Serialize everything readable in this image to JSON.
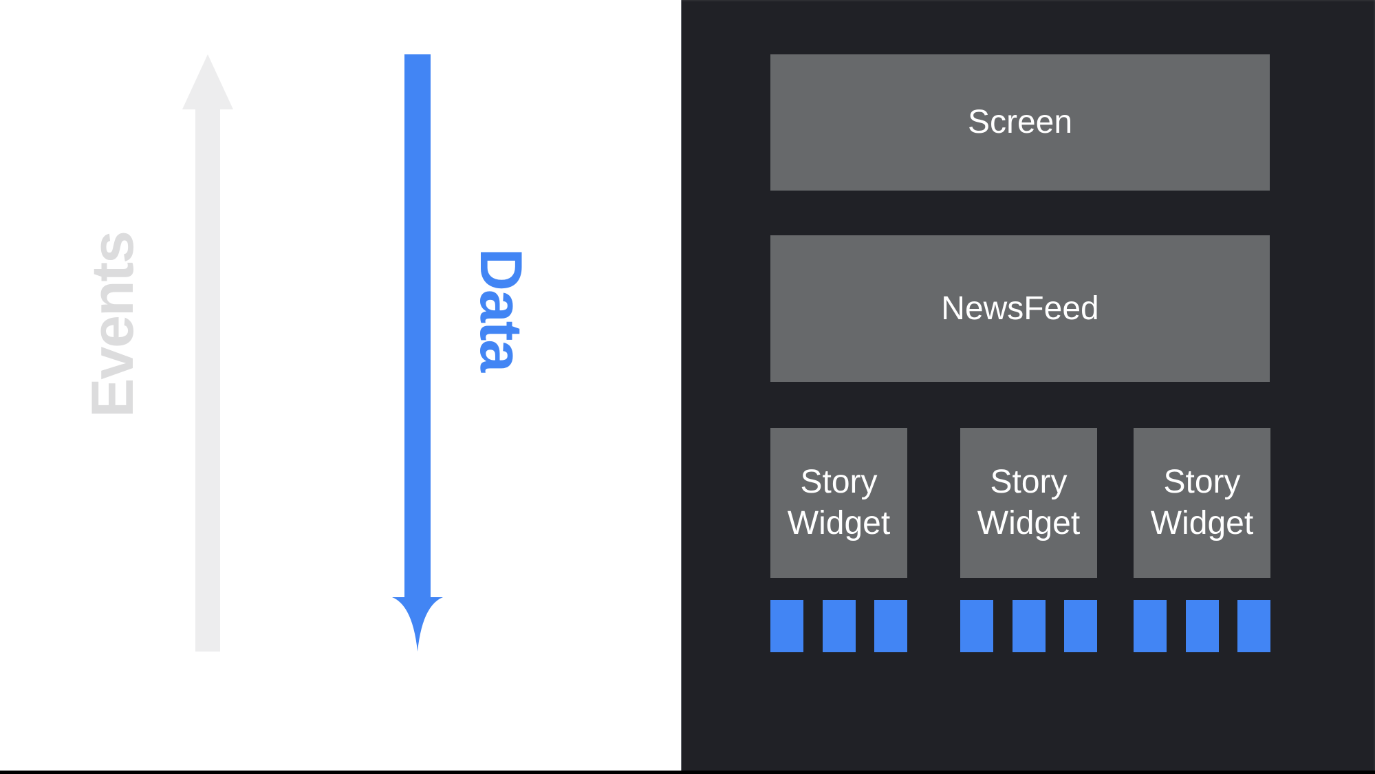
{
  "left_panel": {
    "events_label": "Events",
    "data_label": "Data",
    "events_arrow_direction": "up",
    "data_arrow_direction": "down"
  },
  "right_panel": {
    "screen_label": "Screen",
    "newsfeed_label": "NewsFeed",
    "story_widgets": [
      {
        "label": "Story Widget",
        "chips": 3
      },
      {
        "label": "Story Widget",
        "chips": 3
      },
      {
        "label": "Story Widget",
        "chips": 3
      }
    ]
  },
  "colors": {
    "background_left": "#ffffff",
    "background_right": "#202126",
    "box_gray": "#67696b",
    "accent_blue": "#4285f4",
    "arrow_gray": "#ededee",
    "events_text_gray": "#dcdcdd",
    "box_text": "#ffffff",
    "bottom_strip": "#000000"
  }
}
